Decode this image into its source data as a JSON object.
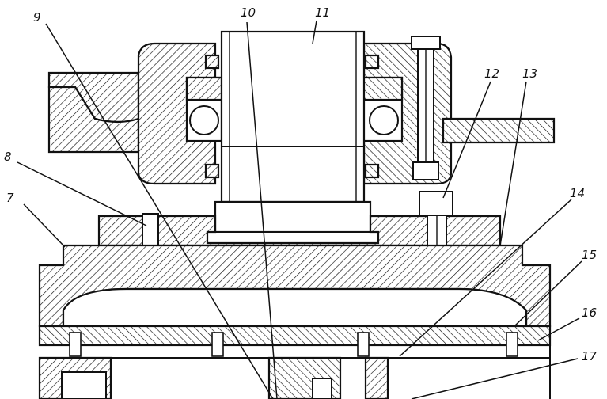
{
  "labels": [
    {
      "id": "7",
      "text": "7"
    },
    {
      "id": "8",
      "text": "8"
    },
    {
      "id": "9",
      "text": "9"
    },
    {
      "id": "10",
      "text": "10"
    },
    {
      "id": "11",
      "text": "11"
    },
    {
      "id": "12",
      "text": "12"
    },
    {
      "id": "13",
      "text": "13"
    },
    {
      "id": "14",
      "text": "14"
    },
    {
      "id": "15",
      "text": "15"
    },
    {
      "id": "16",
      "text": "16"
    },
    {
      "id": "17",
      "text": "17"
    }
  ]
}
